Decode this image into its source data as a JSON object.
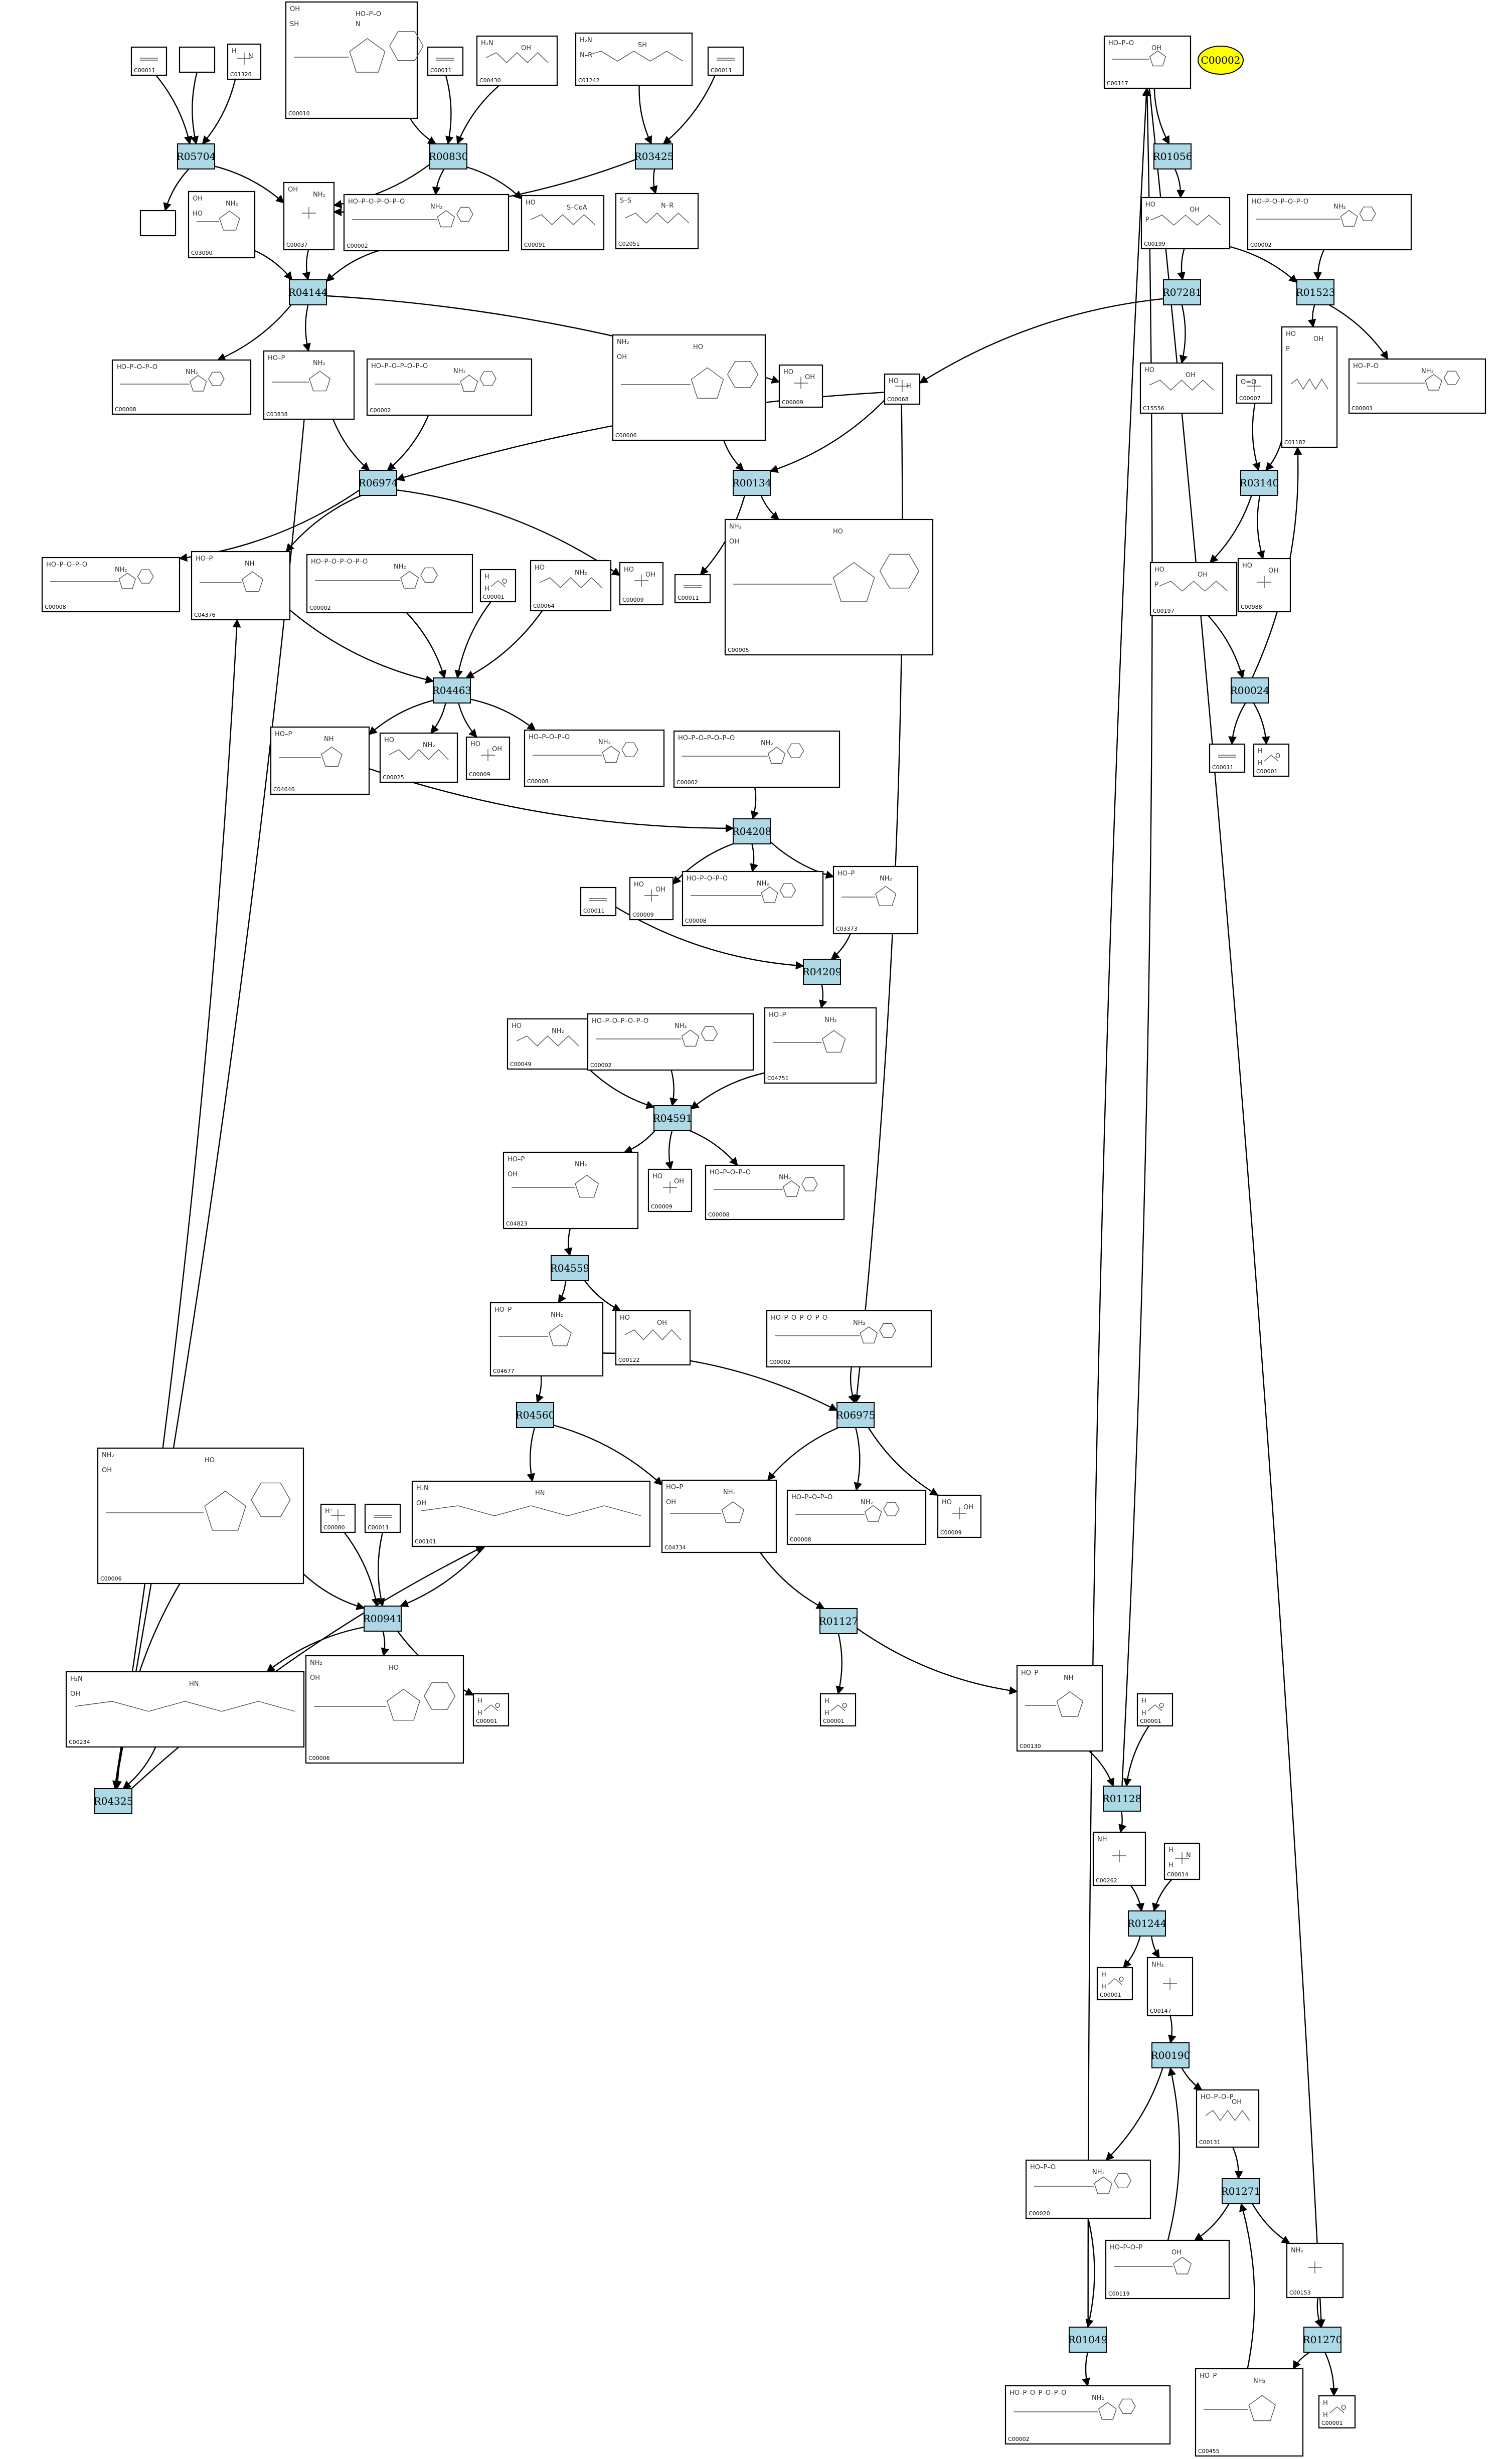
{
  "highlight": {
    "label": "C00002",
    "color": "#ffff00"
  },
  "colors": {
    "reaction_fill": "#add8e6",
    "compound_fill": "#ffffff",
    "edge": "#000000"
  },
  "reactions": [
    {
      "id": "R05704"
    },
    {
      "id": "R00830"
    },
    {
      "id": "R03425"
    },
    {
      "id": "R04144"
    },
    {
      "id": "R06974"
    },
    {
      "id": "R00134"
    },
    {
      "id": "R04463"
    },
    {
      "id": "R04208"
    },
    {
      "id": "R04209"
    },
    {
      "id": "R04591"
    },
    {
      "id": "R04559"
    },
    {
      "id": "R04560"
    },
    {
      "id": "R06975"
    },
    {
      "id": "R00941"
    },
    {
      "id": "R01127"
    },
    {
      "id": "R04325"
    },
    {
      "id": "R01056"
    },
    {
      "id": "R07281"
    },
    {
      "id": "R01523"
    },
    {
      "id": "R03140"
    },
    {
      "id": "R00024"
    },
    {
      "id": "R01128"
    },
    {
      "id": "R01244"
    },
    {
      "id": "R00190"
    },
    {
      "id": "R01271"
    },
    {
      "id": "R01049"
    },
    {
      "id": "R01270"
    }
  ],
  "compounds": [
    {
      "id": "C00011",
      "label": "C00011",
      "mol": "co2"
    },
    {
      "id": "blank-top",
      "label": "",
      "mol": "none"
    },
    {
      "id": "C01326",
      "label": "C01326",
      "mol": "small",
      "atoms": [
        "H",
        "N"
      ]
    },
    {
      "id": "C00010",
      "label": "C00010",
      "mol": "large",
      "atoms": [
        "OH",
        "HO–P–O",
        "SH",
        "N"
      ]
    },
    {
      "id": "C00011b",
      "label": "C00011",
      "mol": "co2"
    },
    {
      "id": "C00430",
      "label": "C00430",
      "mol": "chain",
      "atoms": [
        "H₂N",
        "OH"
      ]
    },
    {
      "id": "C01242",
      "label": "C01242",
      "mol": "chain",
      "atoms": [
        "H₂N",
        "SH",
        "N–R"
      ]
    },
    {
      "id": "C00011c",
      "label": "C00011",
      "mol": "co2"
    },
    {
      "id": "blank-mid",
      "label": "",
      "mol": "none"
    },
    {
      "id": "C00037",
      "label": "C00037",
      "mol": "small",
      "atoms": [
        "OH",
        "NH₂"
      ]
    },
    {
      "id": "C03090",
      "label": "C03090",
      "mol": "ring",
      "atoms": [
        "OH",
        "NH₂",
        "HO"
      ]
    },
    {
      "id": "C00002a",
      "label": "C00002",
      "mol": "atp",
      "atoms": [
        "HO–P–O–P–O–P–O",
        "NH₂"
      ]
    },
    {
      "id": "C00091",
      "label": "C00091",
      "mol": "chain",
      "atoms": [
        "HO",
        "S–CoA"
      ]
    },
    {
      "id": "C02051",
      "label": "C02051",
      "mol": "chain",
      "atoms": [
        "S–S",
        "N–R"
      ]
    },
    {
      "id": "C00117",
      "label": "C00117",
      "mol": "ring",
      "atoms": [
        "HO–P–O",
        "OH"
      ]
    },
    {
      "id": "C00199",
      "label": "C00199",
      "mol": "chain",
      "atoms": [
        "HO",
        "OH",
        "P"
      ]
    },
    {
      "id": "C00002b",
      "label": "C00002",
      "mol": "atp",
      "atoms": [
        "HO–P–O–P–O–P–O",
        "NH₂"
      ]
    },
    {
      "id": "C00008a",
      "label": "C00008",
      "mol": "atp",
      "atoms": [
        "HO–P–O–P–O",
        "NH₂"
      ]
    },
    {
      "id": "C03838",
      "label": "C03838",
      "mol": "ring",
      "atoms": [
        "HO–P",
        "NH₂"
      ]
    },
    {
      "id": "C00002c",
      "label": "C00002",
      "mol": "atp",
      "atoms": [
        "HO–P–O–P–O–P–O",
        "NH₂"
      ]
    },
    {
      "id": "C00006a",
      "label": "C00006",
      "mol": "large",
      "atoms": [
        "NH₂",
        "HO",
        "OH"
      ]
    },
    {
      "id": "C00009a",
      "label": "C00009",
      "mol": "small",
      "atoms": [
        "HO",
        "OH"
      ]
    },
    {
      "id": "C00068",
      "label": "C00068",
      "mol": "small",
      "atoms": [
        "HO",
        "H"
      ]
    },
    {
      "id": "C15556",
      "label": "C15556",
      "mol": "chain",
      "atoms": [
        "HO",
        "OH"
      ]
    },
    {
      "id": "C00001a",
      "label": "C00001",
      "mol": "atp",
      "atoms": [
        "HO–P–O",
        "NH₂"
      ]
    },
    {
      "id": "C01182",
      "label": "C01182",
      "mol": "chain",
      "atoms": [
        "HO",
        "OH",
        "P"
      ]
    },
    {
      "id": "C00007",
      "label": "C00007",
      "mol": "small",
      "atoms": [
        "O=O"
      ]
    },
    {
      "id": "C00005",
      "label": "C00005",
      "mol": "large",
      "atoms": [
        "NH₂",
        "HO",
        "OH"
      ]
    },
    {
      "id": "C00011d",
      "label": "C00011",
      "mol": "co2"
    },
    {
      "id": "C00008b",
      "label": "C00008",
      "mol": "atp",
      "atoms": [
        "HO–P–O–P–O",
        "NH₂"
      ]
    },
    {
      "id": "C04376",
      "label": "C04376",
      "mol": "ring",
      "atoms": [
        "HO–P",
        "NH"
      ]
    },
    {
      "id": "C00002d",
      "label": "C00002",
      "mol": "atp",
      "atoms": [
        "HO–P–O–P–O–P–O",
        "NH₂"
      ]
    },
    {
      "id": "C00001b",
      "label": "C00001",
      "mol": "water",
      "atoms": [
        "H",
        "O",
        "H"
      ]
    },
    {
      "id": "C00064",
      "label": "C00064",
      "mol": "chain",
      "atoms": [
        "HO",
        "NH₂"
      ]
    },
    {
      "id": "C00009b",
      "label": "C00009",
      "mol": "small",
      "atoms": [
        "HO",
        "OH"
      ]
    },
    {
      "id": "C00197",
      "label": "C00197",
      "mol": "chain",
      "atoms": [
        "HO",
        "OH",
        "P"
      ]
    },
    {
      "id": "C00988",
      "label": "C00988",
      "mol": "small",
      "atoms": [
        "HO",
        "OH"
      ]
    },
    {
      "id": "C04640",
      "label": "C04640",
      "mol": "ring",
      "atoms": [
        "HO–P",
        "NH"
      ]
    },
    {
      "id": "C00025",
      "label": "C00025",
      "mol": "chain",
      "atoms": [
        "HO",
        "NH₂"
      ]
    },
    {
      "id": "C00009c",
      "label": "C00009",
      "mol": "small",
      "atoms": [
        "HO",
        "OH"
      ]
    },
    {
      "id": "C00008c",
      "label": "C00008",
      "mol": "atp",
      "atoms": [
        "HO–P–O–P–O",
        "NH₂"
      ]
    },
    {
      "id": "C00002e",
      "label": "C00002",
      "mol": "atp",
      "atoms": [
        "HO–P–O–P–O–P–O",
        "NH₂"
      ]
    },
    {
      "id": "C00011e",
      "label": "C00011",
      "mol": "co2"
    },
    {
      "id": "C00001c",
      "label": "C00001",
      "mol": "water",
      "atoms": [
        "H",
        "O",
        "H"
      ]
    },
    {
      "id": "C00009d",
      "label": "C00009",
      "mol": "small",
      "atoms": [
        "HO",
        "OH"
      ]
    },
    {
      "id": "C00008d",
      "label": "C00008",
      "mol": "atp",
      "atoms": [
        "HO–P–O–P–O",
        "NH₂"
      ]
    },
    {
      "id": "C03373",
      "label": "C03373",
      "mol": "ring",
      "atoms": [
        "HO–P",
        "NH₂"
      ]
    },
    {
      "id": "C00011f",
      "label": "C00011",
      "mol": "co2"
    },
    {
      "id": "C00049",
      "label": "C00049",
      "mol": "chain",
      "atoms": [
        "HO",
        "NH₂"
      ]
    },
    {
      "id": "C00002f",
      "label": "C00002",
      "mol": "atp",
      "atoms": [
        "HO–P–O–P–O–P–O",
        "NH₂"
      ]
    },
    {
      "id": "C04751",
      "label": "C04751",
      "mol": "ring",
      "atoms": [
        "HO–P",
        "NH₂"
      ]
    },
    {
      "id": "C04823",
      "label": "C04823",
      "mol": "ring",
      "atoms": [
        "HO–P",
        "NH₂",
        "OH"
      ]
    },
    {
      "id": "C00009e",
      "label": "C00009",
      "mol": "small",
      "atoms": [
        "HO",
        "OH"
      ]
    },
    {
      "id": "C00008e",
      "label": "C00008",
      "mol": "atp",
      "atoms": [
        "HO–P–O–P–O",
        "NH₂"
      ]
    },
    {
      "id": "C04677",
      "label": "C04677",
      "mol": "ring",
      "atoms": [
        "HO–P",
        "NH₂"
      ]
    },
    {
      "id": "C00122",
      "label": "C00122",
      "mol": "chain",
      "atoms": [
        "HO",
        "OH"
      ]
    },
    {
      "id": "C00002g",
      "label": "C00002",
      "mol": "atp",
      "atoms": [
        "HO–P–O–P–O–P–O",
        "NH₂"
      ]
    },
    {
      "id": "C00006b",
      "label": "C00006",
      "mol": "large",
      "atoms": [
        "NH₂",
        "HO",
        "OH"
      ]
    },
    {
      "id": "C00080",
      "label": "C00080",
      "mol": "small",
      "atoms": [
        "H⁺"
      ]
    },
    {
      "id": "C00011g",
      "label": "C00011",
      "mol": "co2"
    },
    {
      "id": "C00101",
      "label": "C00101",
      "mol": "chain",
      "atoms": [
        "H₂N",
        "HN",
        "OH"
      ]
    },
    {
      "id": "C04734",
      "label": "C04734",
      "mol": "ring",
      "atoms": [
        "HO–P",
        "NH₂",
        "OH"
      ]
    },
    {
      "id": "C00008f",
      "label": "C00008",
      "mol": "atp",
      "atoms": [
        "HO–P–O–P–O",
        "NH₂"
      ]
    },
    {
      "id": "C00009f",
      "label": "C00009",
      "mol": "small",
      "atoms": [
        "HO",
        "OH"
      ]
    },
    {
      "id": "C00234",
      "label": "C00234",
      "mol": "chain",
      "atoms": [
        "H₂N",
        "HN",
        "OH"
      ]
    },
    {
      "id": "C00006c",
      "label": "C00006",
      "mol": "large",
      "atoms": [
        "NH₂",
        "HO",
        "OH"
      ]
    },
    {
      "id": "C00001d",
      "label": "C00001",
      "mol": "water",
      "atoms": [
        "H",
        "O",
        "H"
      ]
    },
    {
      "id": "C00001e",
      "label": "C00001",
      "mol": "water",
      "atoms": [
        "H",
        "O",
        "H"
      ]
    },
    {
      "id": "C00130",
      "label": "C00130",
      "mol": "ring",
      "atoms": [
        "HO–P",
        "NH"
      ]
    },
    {
      "id": "C00001f",
      "label": "C00001",
      "mol": "water",
      "atoms": [
        "H",
        "O",
        "H"
      ]
    },
    {
      "id": "C00262",
      "label": "C00262",
      "mol": "small",
      "atoms": [
        "NH"
      ]
    },
    {
      "id": "C00014",
      "label": "C00014",
      "mol": "small",
      "atoms": [
        "H",
        "N",
        "H"
      ]
    },
    {
      "id": "C00001g",
      "label": "C00001",
      "mol": "water",
      "atoms": [
        "H",
        "O",
        "H"
      ]
    },
    {
      "id": "C00147",
      "label": "C00147",
      "mol": "small",
      "atoms": [
        "NH₂"
      ]
    },
    {
      "id": "C00131",
      "label": "C00131",
      "mol": "chain",
      "atoms": [
        "HO–P–O–P",
        "OH"
      ]
    },
    {
      "id": "C00020",
      "label": "C00020",
      "mol": "atp",
      "atoms": [
        "HO–P–O",
        "NH₂"
      ]
    },
    {
      "id": "C00119",
      "label": "C00119",
      "mol": "ring",
      "atoms": [
        "HO–P–O–P",
        "OH"
      ]
    },
    {
      "id": "C00153",
      "label": "C00153",
      "mol": "small",
      "atoms": [
        "NH₂"
      ]
    },
    {
      "id": "C00002h",
      "label": "C00002",
      "mol": "atp",
      "atoms": [
        "HO–P–O–P–O–P–O",
        "NH₂"
      ]
    },
    {
      "id": "C00455",
      "label": "C00455",
      "mol": "ring",
      "atoms": [
        "HO–P",
        "NH₂"
      ]
    },
    {
      "id": "C00001h",
      "label": "C00001",
      "mol": "water",
      "atoms": [
        "H",
        "O",
        "H"
      ]
    }
  ]
}
